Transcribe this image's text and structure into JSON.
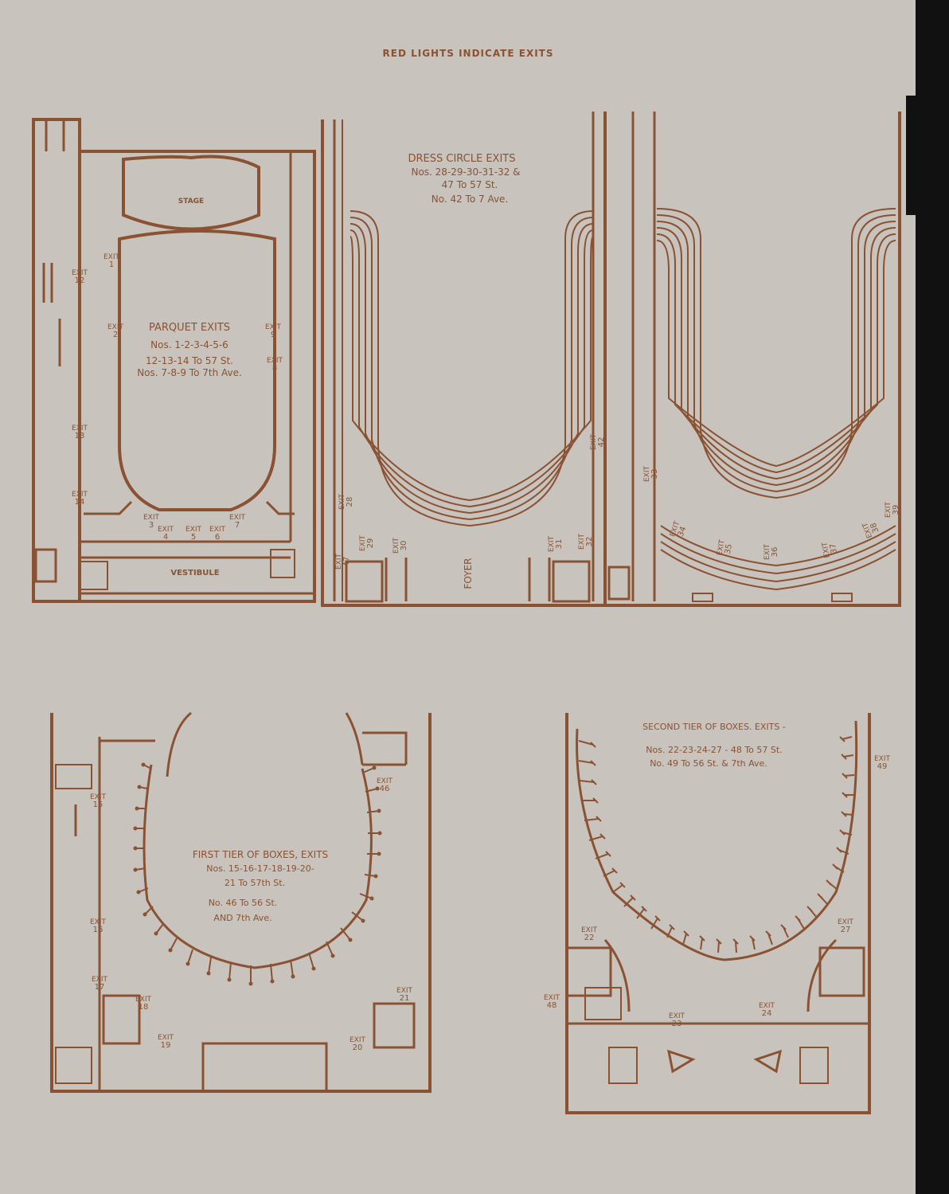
{
  "header": {
    "title": "RED LIGHTS INDICATE EXITS"
  },
  "colors": {
    "paper": "#c8c4bd",
    "ink": "#8a5233",
    "background": "#111111"
  },
  "parquet": {
    "stage": "STAGE",
    "vestibule": "VESTIBULE",
    "heading": "PARQUET EXITS",
    "line1": "Nos. 1-2-3-4-5-6",
    "line2": "12-13-14 To 57 St.",
    "line3": "Nos. 7-8-9 To 7th Ave.",
    "exit_word": "EXIT",
    "ex_word": "EX",
    "exits": [
      "1",
      "2",
      "3",
      "4",
      "5",
      "6",
      "7",
      "8",
      "9",
      "12",
      "13",
      "14"
    ]
  },
  "dress_circle": {
    "heading": "DRESS CIRCLE EXITS",
    "line1": "Nos. 28-29-30-31-32 &",
    "line2": "47 To 57 St.",
    "line3": "No. 42 To 7 Ave.",
    "foyer": "FOYER",
    "exit_word": "EXIT",
    "exits": [
      "28",
      "29",
      "30",
      "31",
      "32",
      "33",
      "34",
      "35",
      "36",
      "37",
      "38",
      "39",
      "42",
      "47"
    ]
  },
  "first_tier": {
    "heading": "FIRST TIER OF BOXES, EXITS",
    "line1": "Nos. 15-16-17-18-19-20-",
    "line2": "21 To 57th St.",
    "line3": "No. 46 To 56 St.",
    "line4": "AND 7th Ave.",
    "exit_word": "EXIT",
    "exits": [
      "15",
      "16",
      "17",
      "18",
      "19",
      "20",
      "21",
      "46"
    ]
  },
  "second_tier": {
    "heading": "SECOND TIER OF BOXES. EXITS -",
    "line1": "Nos. 22-23-24-27 - 48 To 57 St.",
    "line2": "No. 49 To 56 St. & 7th Ave.",
    "exit_word": "EXIT",
    "exits": [
      "22",
      "23",
      "24",
      "27",
      "48",
      "49"
    ]
  }
}
